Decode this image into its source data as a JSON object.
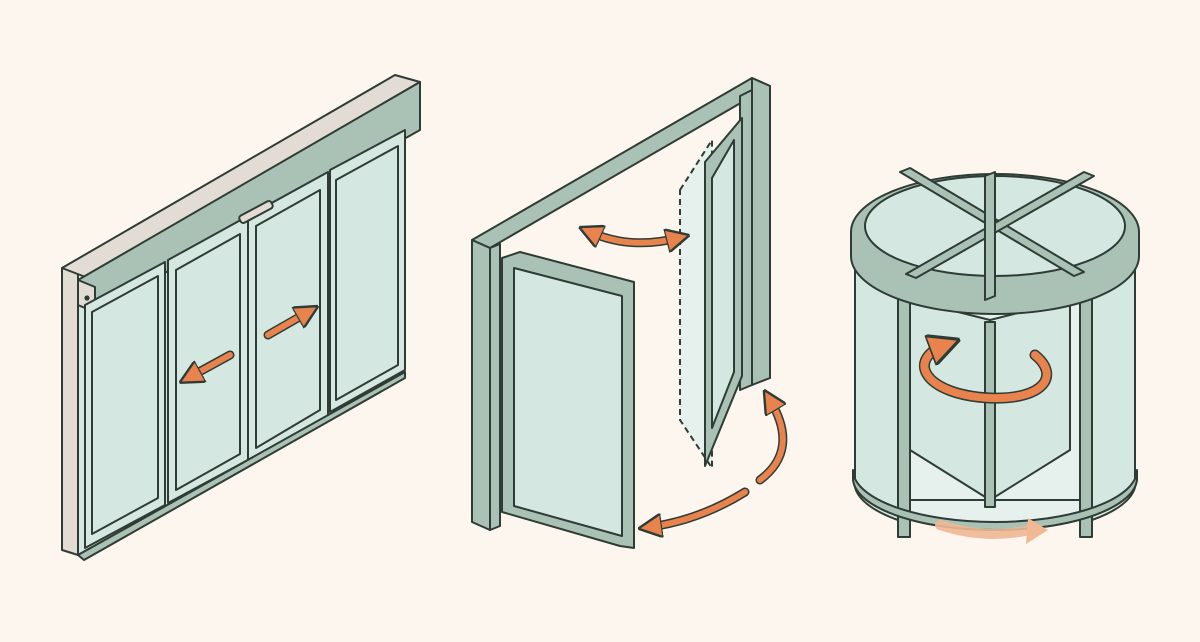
{
  "colors": {
    "background": "#fdf6ee",
    "frame_fill": "#a9c2b5",
    "frame_stroke": "#2f3b35",
    "glass_fill": "#d4e8e1",
    "header_fill": "#e3dcd4",
    "arrow_fill": "#e9834e",
    "arrow_stroke": "#2f3b35",
    "arrow_faded": "#f0b894"
  },
  "icons": {
    "sliding_door": "sliding-door-icon",
    "swing_door": "swing-door-icon",
    "revolving_door": "revolving-door-icon"
  },
  "illustrations": [
    {
      "id": "sliding",
      "motion": "slide-apart"
    },
    {
      "id": "swing",
      "motion": "swing-open"
    },
    {
      "id": "revolving",
      "motion": "rotate"
    }
  ]
}
